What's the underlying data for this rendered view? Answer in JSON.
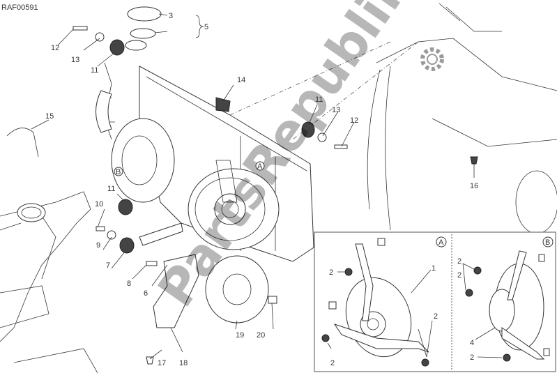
{
  "diagram_code": "RAF00591",
  "watermark": "PartsRepublik",
  "callouts": {
    "c3": "3",
    "c5": "5",
    "c12a": "12",
    "c13a": "13",
    "c11a": "11",
    "c14": "14",
    "c15": "15",
    "c11b": "11",
    "c13b": "13",
    "c12b": "12",
    "c16": "16",
    "c11c": "11",
    "c10": "10",
    "c9": "9",
    "c7": "7",
    "c8": "8",
    "c6": "6",
    "c18": "18",
    "c17": "17",
    "c19": "19",
    "c20": "20",
    "viewA": "A",
    "viewB": "B"
  },
  "inset": {
    "viewA": "A",
    "viewB": "B",
    "a_labels": [
      "2",
      "1",
      "2",
      "2"
    ],
    "b_labels": [
      "2",
      "2",
      "4",
      "2"
    ]
  }
}
